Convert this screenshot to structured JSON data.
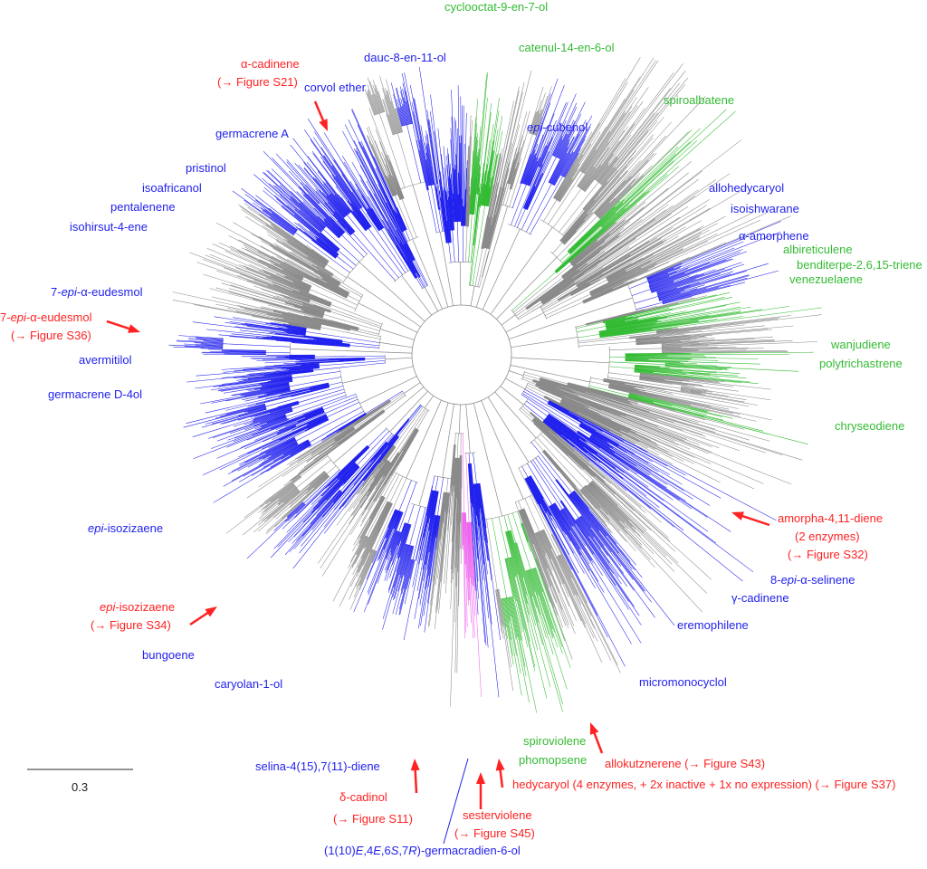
{
  "colors": {
    "blue": "#2222ee",
    "green": "#33bb33",
    "red": "#ff2222",
    "gray": "#8a8a8a",
    "pink": "#ee66ee"
  },
  "scale_bar": {
    "label": "0.3"
  },
  "labels": {
    "dauc": [
      {
        "t": "dauc-8-en-11-ol"
      }
    ],
    "corvol": [
      {
        "t": "corvol ether"
      }
    ],
    "germA": [
      {
        "t": "germacrene A"
      }
    ],
    "pristinol": [
      {
        "t": "pristinol"
      }
    ],
    "isoafricanol": [
      {
        "t": "isoafricanol"
      }
    ],
    "pentalenene": [
      {
        "t": "pentalenene"
      }
    ],
    "isohirsut": [
      {
        "t": "isohirsut-4-ene"
      }
    ],
    "epieudesmol": [
      {
        "t": "7-"
      },
      {
        "t": "epi",
        "i": true
      },
      {
        "t": "-α-eudesmol"
      }
    ],
    "avermitilol": [
      {
        "t": "avermitilol"
      }
    ],
    "germD": [
      {
        "t": "germacrene D-4ol"
      }
    ],
    "epiisoz": [
      {
        "t": "epi",
        "i": true
      },
      {
        "t": "-isozizaene"
      }
    ],
    "bungoene": [
      {
        "t": "bungoene"
      }
    ],
    "caryolan": [
      {
        "t": "caryolan-1-ol"
      }
    ],
    "selina": [
      {
        "t": "selina-4(15),7(11)-diene"
      }
    ],
    "germacradien": [
      {
        "t": "(1(10)"
      },
      {
        "t": "E",
        "i": true
      },
      {
        "t": ",4"
      },
      {
        "t": "E",
        "i": true
      },
      {
        "t": ",6"
      },
      {
        "t": "S",
        "i": true
      },
      {
        "t": ",7"
      },
      {
        "t": "R",
        "i": true
      },
      {
        "t": ")-germacradien-6-ol"
      }
    ],
    "epicubenol": [
      {
        "t": "epi",
        "i": true
      },
      {
        "t": "-cubenol"
      }
    ],
    "allohedycaryol": [
      {
        "t": "allohedycaryol"
      }
    ],
    "isoishwarane": [
      {
        "t": "isoishwarane"
      }
    ],
    "amorphene": [
      {
        "t": "α-amorphene"
      }
    ],
    "episelinene": [
      {
        "t": "8-"
      },
      {
        "t": "epi",
        "i": true
      },
      {
        "t": "-α-selinene"
      }
    ],
    "gcadinene": [
      {
        "t": "γ-cadinene"
      }
    ],
    "eremophilene": [
      {
        "t": "eremophilene"
      }
    ],
    "micromonocyclol": [
      {
        "t": "micromonocyclol"
      }
    ],
    "cyclooctat": [
      {
        "t": "cyclooctat-9-en-7-ol"
      }
    ],
    "catenul": [
      {
        "t": "catenul-14-en-6-ol"
      }
    ],
    "spiroalbatene": [
      {
        "t": "spiroalbatene"
      }
    ],
    "albireticulene": [
      {
        "t": "albireticulene"
      }
    ],
    "benditerpe": [
      {
        "t": "benditerpe-2,6,15-triene"
      }
    ],
    "venezuelaene": [
      {
        "t": "venezuelaene"
      }
    ],
    "wanjudiene": [
      {
        "t": "wanjudiene"
      }
    ],
    "polytrichastrene": [
      {
        "t": "polytrichastrene"
      }
    ],
    "chryseodiene": [
      {
        "t": "chryseodiene"
      }
    ],
    "spiroviolene": [
      {
        "t": "spiroviolene"
      }
    ],
    "phomopsene": [
      {
        "t": "phomopsene"
      }
    ],
    "r_acadinene": [
      {
        "t": "α-cadinene"
      }
    ],
    "r_acadinene_fig": [
      {
        "t": "(→ Figure S21)"
      }
    ],
    "r_eudesmol": [
      {
        "t": "7-"
      },
      {
        "t": "epi",
        "i": true
      },
      {
        "t": "-α-eudesmol"
      }
    ],
    "r_eudesmol_fig": [
      {
        "t": "(→ Figure S36)"
      }
    ],
    "r_isoz": [
      {
        "t": "epi",
        "i": true
      },
      {
        "t": "-isozizaene"
      }
    ],
    "r_isoz_fig": [
      {
        "t": "(→ Figure S34)"
      }
    ],
    "r_dcadinol": [
      {
        "t": "δ-cadinol"
      }
    ],
    "r_dcadinol_fig": [
      {
        "t": "(→ Figure S11)"
      }
    ],
    "r_sester": [
      {
        "t": "sesterviolene"
      }
    ],
    "r_sester_fig": [
      {
        "t": "(→ Figure S45)"
      }
    ],
    "r_hedy": [
      {
        "t": "hedycaryol (4 enzymes, + 2x inactive + 1x no expression) (→ Figure S37)"
      }
    ],
    "r_allok": [
      {
        "t": "allokutznerene (→ Figure S43)"
      }
    ],
    "r_amorpha": [
      {
        "t": "amorpha-4,11-diene"
      }
    ],
    "r_amorpha_2": [
      {
        "t": "(2 enzymes)"
      }
    ],
    "r_amorpha_fig": [
      {
        "t": "(→ Figure S32)"
      }
    ]
  }
}
